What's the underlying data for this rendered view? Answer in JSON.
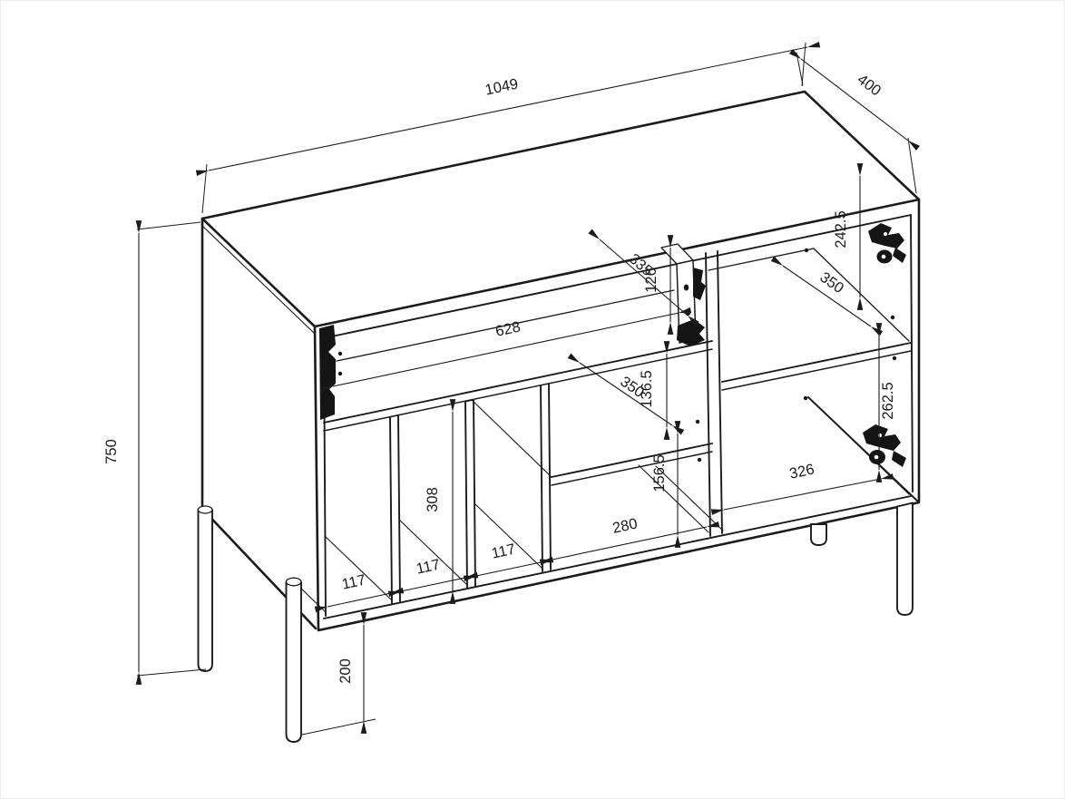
{
  "drawing": {
    "kind": "furniture-technical-drawing",
    "units_implied": "mm",
    "line_color": "#1b1b1b",
    "background": "#ffffff"
  },
  "dims": {
    "total_length": "1049",
    "total_depth": "400",
    "total_height": "750",
    "leg_height": "200",
    "drawer_opening_width": "628",
    "drawer_depth": "335",
    "drawer_side_height": "126",
    "gap_upper": "136.5",
    "gap_lower": "156.5",
    "shelf_depth_mid": "350",
    "shelf_depth_right": "350",
    "compartment_height": "308",
    "slot_width_1": "117",
    "slot_width_2": "117",
    "slot_width_3": "117",
    "mid_compartment_width": "280",
    "right_top_height": "242.5",
    "right_bottom_height": "262.5",
    "right_bottom_width": "326"
  }
}
